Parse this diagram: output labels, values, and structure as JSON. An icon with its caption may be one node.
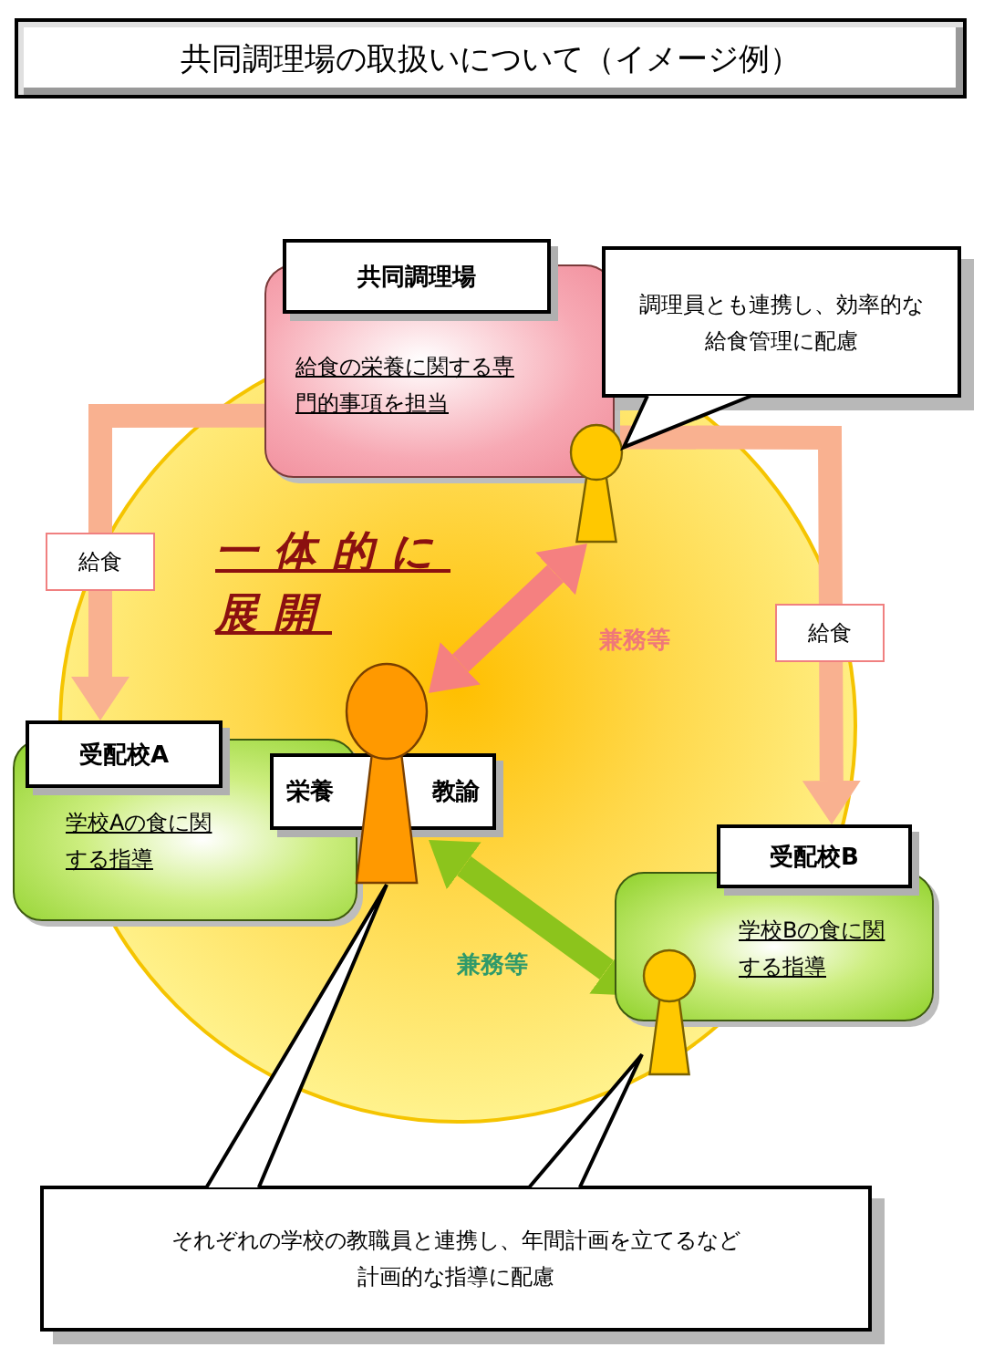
{
  "diagram": {
    "title": "共同調理場の取扱いについて（イメージ例）",
    "nodes": [
      {
        "text": [
          "共同調理場",
          "給食の栄養に関する専門的事項を担当"
        ]
      },
      {
        "text": [
          "調理員とも連携し、効率的な給食管理に配慮"
        ]
      },
      {
        "text": [],
        "shape": "person"
      },
      {
        "text": [
          "受配校A",
          "学校Aの食に関する指導"
        ]
      },
      {
        "text": [
          "栄養",
          "教諭"
        ]
      },
      {
        "text": [],
        "shape": "person"
      },
      {
        "text": [
          "受配校B",
          "学校Bの食に関する指導"
        ]
      },
      {
        "text": [],
        "shape": "person"
      },
      {
        "text": [
          "それぞれの学校の教職員と連携し、年間計画を立てるなど計画的な指導に配慮"
        ]
      }
    ],
    "edges": [
      {
        "from": 0,
        "to": 3,
        "arrow": "to",
        "label": "給食",
        "color": "#f9b190"
      },
      {
        "from": 0,
        "to": 6,
        "arrow": "to",
        "label": "給食",
        "color": "#f9b190"
      },
      {
        "from": 5,
        "to": 2,
        "arrow": "both",
        "label": "兼務等",
        "color": "#f58080"
      },
      {
        "from": 5,
        "to": 7,
        "arrow": "both",
        "label": "兼務等",
        "color": "#8cc41c"
      },
      {
        "from": 1,
        "to": 2,
        "arrow": "none"
      },
      {
        "from": 8,
        "to": 5,
        "arrow": "none"
      },
      {
        "from": 8,
        "to": 7,
        "arrow": "none"
      }
    ],
    "labels": [
      "一体的に展開"
    ]
  }
}
